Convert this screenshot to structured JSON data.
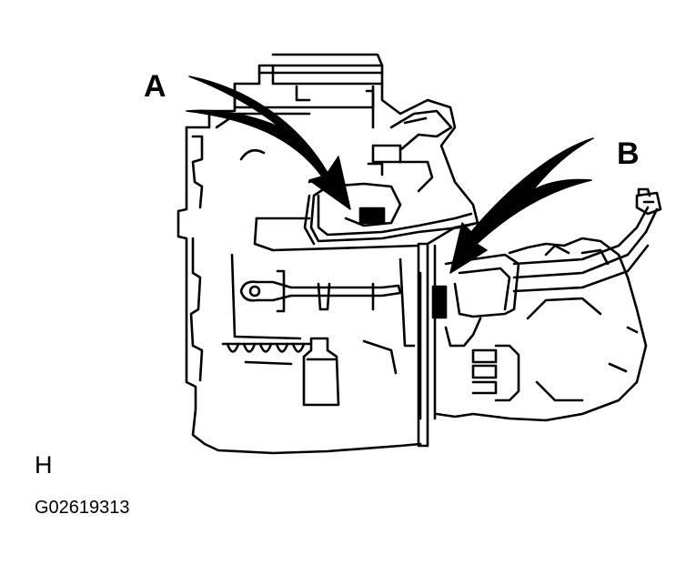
{
  "callouts": {
    "a": "A",
    "b": "B"
  },
  "view_letter": "H",
  "figure_id": "G02619313",
  "colors": {
    "ink": "#000000",
    "paper": "#ffffff"
  }
}
